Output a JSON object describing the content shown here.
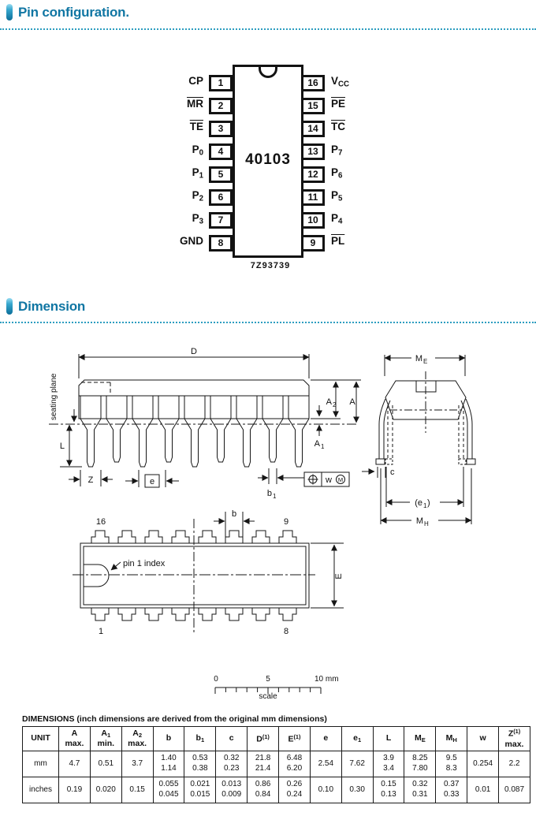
{
  "accent": {
    "header_color": "#1076a3",
    "dot_color": "#2d9dc0"
  },
  "sections": {
    "pin_config": "Pin configuration.",
    "dimension": "Dimension"
  },
  "pin_diagram": {
    "chip_label": "40103",
    "figure_code": "7Z93739",
    "left_pins": [
      {
        "number": "1",
        "name": [
          {
            "t": "CP"
          }
        ]
      },
      {
        "number": "2",
        "name": [
          {
            "t": "MR",
            "over": true
          }
        ]
      },
      {
        "number": "3",
        "name": [
          {
            "t": "TE",
            "over": true
          }
        ]
      },
      {
        "number": "4",
        "name": [
          {
            "t": "P"
          },
          {
            "t": "0",
            "sub": true
          }
        ]
      },
      {
        "number": "5",
        "name": [
          {
            "t": "P"
          },
          {
            "t": "1",
            "sub": true
          }
        ]
      },
      {
        "number": "6",
        "name": [
          {
            "t": "P"
          },
          {
            "t": "2",
            "sub": true
          }
        ]
      },
      {
        "number": "7",
        "name": [
          {
            "t": "P"
          },
          {
            "t": "3",
            "sub": true
          }
        ]
      },
      {
        "number": "8",
        "name": [
          {
            "t": "GND"
          }
        ]
      }
    ],
    "right_pins": [
      {
        "number": "16",
        "name": [
          {
            "t": "V"
          },
          {
            "t": "CC",
            "sub": true
          }
        ]
      },
      {
        "number": "15",
        "name": [
          {
            "t": "PE",
            "over": true
          }
        ]
      },
      {
        "number": "14",
        "name": [
          {
            "t": "TC",
            "over": true
          }
        ]
      },
      {
        "number": "13",
        "name": [
          {
            "t": "P"
          },
          {
            "t": "7",
            "sub": true
          }
        ]
      },
      {
        "number": "12",
        "name": [
          {
            "t": "P"
          },
          {
            "t": "6",
            "sub": true
          }
        ]
      },
      {
        "number": "11",
        "name": [
          {
            "t": "P"
          },
          {
            "t": "5",
            "sub": true
          }
        ]
      },
      {
        "number": "10",
        "name": [
          {
            "t": "P"
          },
          {
            "t": "4",
            "sub": true
          }
        ]
      },
      {
        "number": "9",
        "name": [
          {
            "t": "PL",
            "over": true
          }
        ]
      }
    ]
  },
  "drawing": {
    "side": {
      "D": "D",
      "A": "A",
      "A1_main": "A",
      "A1_sub": "1",
      "A2_main": "A",
      "A2_sub": "2",
      "L": "L",
      "Z": "Z",
      "e": "e",
      "b1_main": "b",
      "b1_sub": "1",
      "seating_plane": "seating plane",
      "tol_w": "w",
      "tol_m": "M"
    },
    "end": {
      "ME_main": "M",
      "ME_sub": "E",
      "MH_main": "M",
      "MH_sub": "H",
      "e1_pre": "(e",
      "e1_sub": "1",
      "e1_post": ")",
      "c": "c"
    },
    "top": {
      "b": "b",
      "E": "E",
      "pin16": "16",
      "pin9": "9",
      "pin1": "1",
      "pin8": "8",
      "pin1_index": "pin 1 index"
    },
    "scale": {
      "t0": "0",
      "t5": "5",
      "t10": "10 mm",
      "label": "scale"
    }
  },
  "table": {
    "title": "DIMENSIONS (inch dimensions are derived from the original mm dimensions)",
    "headers": [
      {
        "parts": [
          {
            "t": "UNIT"
          }
        ]
      },
      {
        "parts": [
          {
            "t": "A"
          }
        ],
        "line2": "max."
      },
      {
        "parts": [
          {
            "t": "A"
          },
          {
            "t": "1",
            "sub": true
          }
        ],
        "line2": "min."
      },
      {
        "parts": [
          {
            "t": "A"
          },
          {
            "t": "2",
            "sub": true
          }
        ],
        "line2": "max."
      },
      {
        "parts": [
          {
            "t": "b"
          }
        ]
      },
      {
        "parts": [
          {
            "t": "b"
          },
          {
            "t": "1",
            "sub": true
          }
        ]
      },
      {
        "parts": [
          {
            "t": "c"
          }
        ]
      },
      {
        "parts": [
          {
            "t": "D"
          },
          {
            "t": "(1)",
            "sup": true
          }
        ]
      },
      {
        "parts": [
          {
            "t": "E"
          },
          {
            "t": "(1)",
            "sup": true
          }
        ]
      },
      {
        "parts": [
          {
            "t": "e"
          }
        ]
      },
      {
        "parts": [
          {
            "t": "e"
          },
          {
            "t": "1",
            "sub": true
          }
        ]
      },
      {
        "parts": [
          {
            "t": "L"
          }
        ]
      },
      {
        "parts": [
          {
            "t": "M"
          },
          {
            "t": "E",
            "sub": true
          }
        ]
      },
      {
        "parts": [
          {
            "t": "M"
          },
          {
            "t": "H",
            "sub": true
          }
        ]
      },
      {
        "parts": [
          {
            "t": "w"
          }
        ]
      },
      {
        "parts": [
          {
            "t": "Z"
          },
          {
            "t": "(1)",
            "sup": true
          }
        ],
        "line2": "max."
      }
    ],
    "rows": [
      {
        "unit": "mm",
        "values": [
          "4.7",
          "0.51",
          "3.7",
          "1.40\n1.14",
          "0.53\n0.38",
          "0.32\n0.23",
          "21.8\n21.4",
          "6.48\n6.20",
          "2.54",
          "7.62",
          "3.9\n3.4",
          "8.25\n7.80",
          "9.5\n8.3",
          "0.254",
          "2.2"
        ]
      },
      {
        "unit": "inches",
        "values": [
          "0.19",
          "0.020",
          "0.15",
          "0.055\n0.045",
          "0.021\n0.015",
          "0.013\n0.009",
          "0.86\n0.84",
          "0.26\n0.24",
          "0.10",
          "0.30",
          "0.15\n0.13",
          "0.32\n0.31",
          "0.37\n0.33",
          "0.01",
          "0.087"
        ]
      }
    ]
  }
}
